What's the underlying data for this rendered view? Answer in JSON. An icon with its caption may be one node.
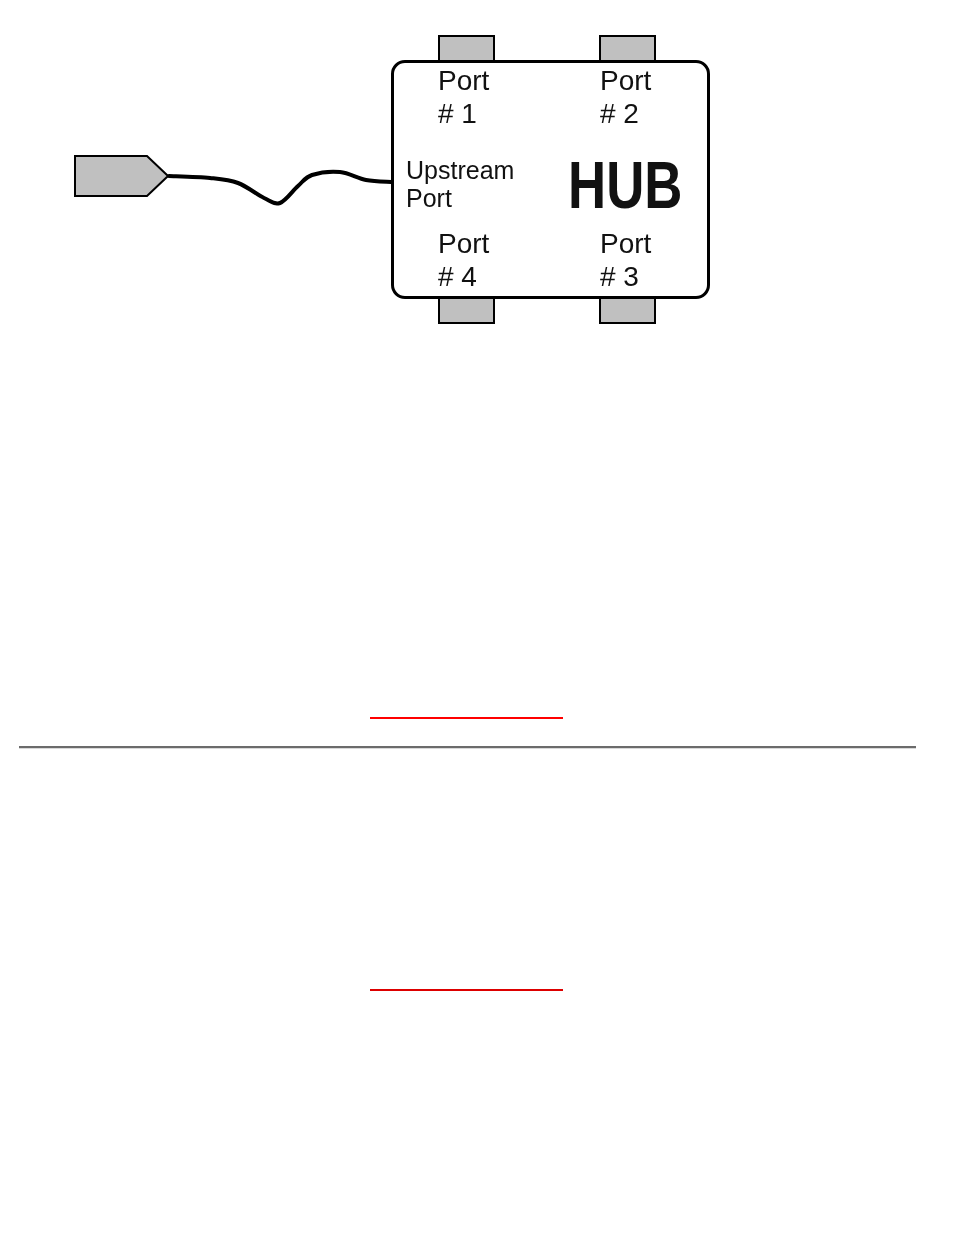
{
  "diagram": {
    "nodes": [
      {
        "text": [
          "Port # 1",
          "Port # 2",
          "Upstream Port",
          "HUB",
          "Port # 4",
          "Port # 3"
        ]
      },
      {
        "text": [],
        "shape": "plug"
      }
    ],
    "edges": [
      {
        "from": 1,
        "to": 0,
        "arrow": "none"
      }
    ]
  }
}
